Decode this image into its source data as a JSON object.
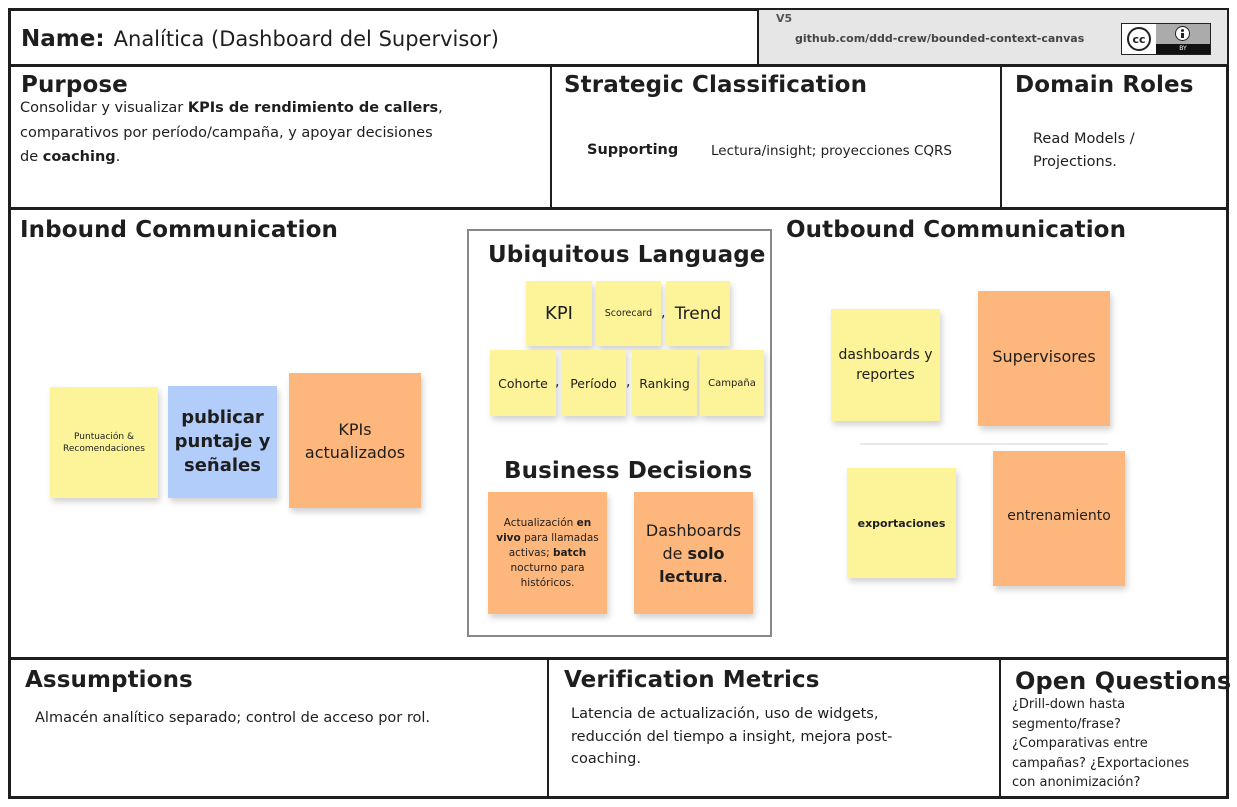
{
  "header": {
    "name_label": "Name:",
    "name_value": "Analítica (Dashboard del Supervisor)",
    "version": "V5",
    "link": "github.com/ddd-crew/bounded-context-canvas",
    "license_cc": "cc",
    "license_by_icon": "person-icon",
    "license_by": "BY"
  },
  "purpose": {
    "title": "Purpose",
    "line1_pre": "Consolidar y visualizar ",
    "line1_bold": "KPIs de rendimiento de callers",
    "line1_post": ",",
    "line2": "comparativos por período/campaña, y apoyar decisiones",
    "line3_pre": "de ",
    "line3_bold": "coaching",
    "line3_post": "."
  },
  "strategic": {
    "title": "Strategic Classification",
    "type": "Supporting",
    "detail": "Lectura/insight; proyecciones CQRS"
  },
  "domain_roles": {
    "title": "Domain Roles",
    "line1": "Read Models /",
    "line2": "Projections."
  },
  "inbound": {
    "title": "Inbound Communication",
    "sticky1": "Puntuación & Recomendaciones",
    "sticky2": "publicar puntaje y señales",
    "sticky3": "KPIs actualizados"
  },
  "ubiquitous": {
    "title": "Ubiquitous Language",
    "terms": {
      "kpi": "KPI",
      "scorecard": "Scorecard",
      "trend": "Trend",
      "cohorte": "Cohorte",
      "periodo": "Período",
      "ranking": "Ranking",
      "campana": "Campaña"
    },
    "separator": ","
  },
  "business": {
    "title": "Business Decisions",
    "d1": {
      "a": "Actualización ",
      "b": "en vivo",
      "c": " para llamadas activas; ",
      "d": "batch",
      "e": " nocturno para históricos."
    },
    "d2": {
      "a": "Dashboards de ",
      "b": "solo lectura",
      "c": "."
    }
  },
  "outbound": {
    "title": "Outbound Communication",
    "sticky1": "dashboards y reportes",
    "sticky2": "Supervisores",
    "sticky3": "exportaciones",
    "sticky4": "entrenamiento"
  },
  "assumptions": {
    "title": "Assumptions",
    "text": "Almacén analítico separado; control de acceso por rol."
  },
  "verification": {
    "title": "Verification Metrics",
    "line1": "Latencia de actualización, uso de widgets,",
    "line2": "reducción del tiempo a insight, mejora post-",
    "line3": "coaching."
  },
  "open_questions": {
    "title": "Open Questions",
    "line1": "¿Drill-down hasta",
    "line2": "segmento/frase?",
    "line3": "¿Comparativas entre",
    "line4": "campañas? ¿Exportaciones",
    "line5": "con anonimización?"
  },
  "colors": {
    "yellow": "#fdf49a",
    "orange": "#fdb77c",
    "blue": "#b3cdfb",
    "border": "#1e1e1e"
  }
}
